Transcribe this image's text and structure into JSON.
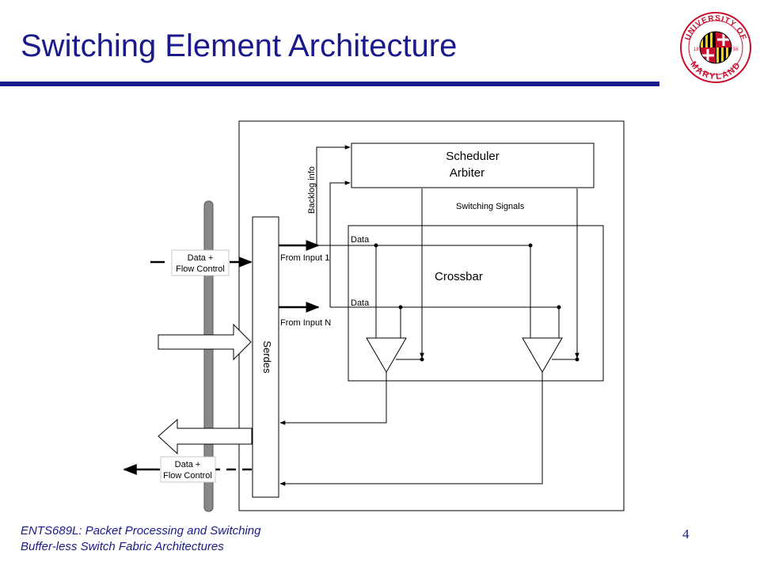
{
  "slide": {
    "title": "Switching Element Architecture",
    "footer_line1": "ENTS689L: Packet Processing and Switching",
    "footer_line2": "Buffer-less Switch Fabric Architectures",
    "page_number": "4"
  },
  "logo": {
    "text_top": "UNIVERSITY OF",
    "text_bottom": "MARYLAND",
    "year_left": "18",
    "year_right": "56",
    "colors": {
      "red": "#c8102e",
      "gold": "#ffd200",
      "black": "#000000",
      "white": "#ffffff"
    }
  },
  "diagram": {
    "scheduler_line1": "Scheduler",
    "scheduler_line2": "Arbiter",
    "crossbar": "Crossbar",
    "serdes": "Serdes",
    "backlog_info": "Backlog info",
    "switching_signals": "Switching Signals",
    "data_top": "Data",
    "data_bottom": "Data",
    "from_input_1": "From Input 1",
    "from_input_n": "From Input N",
    "left_input_line1": "Data +",
    "left_input_line2": "Flow Control",
    "left_output_line1": "Data +",
    "left_output_line2": "Flow Control"
  },
  "colors": {
    "title": "#1a1a8c",
    "rule": "#1a1a8c",
    "bus": "#888888"
  }
}
